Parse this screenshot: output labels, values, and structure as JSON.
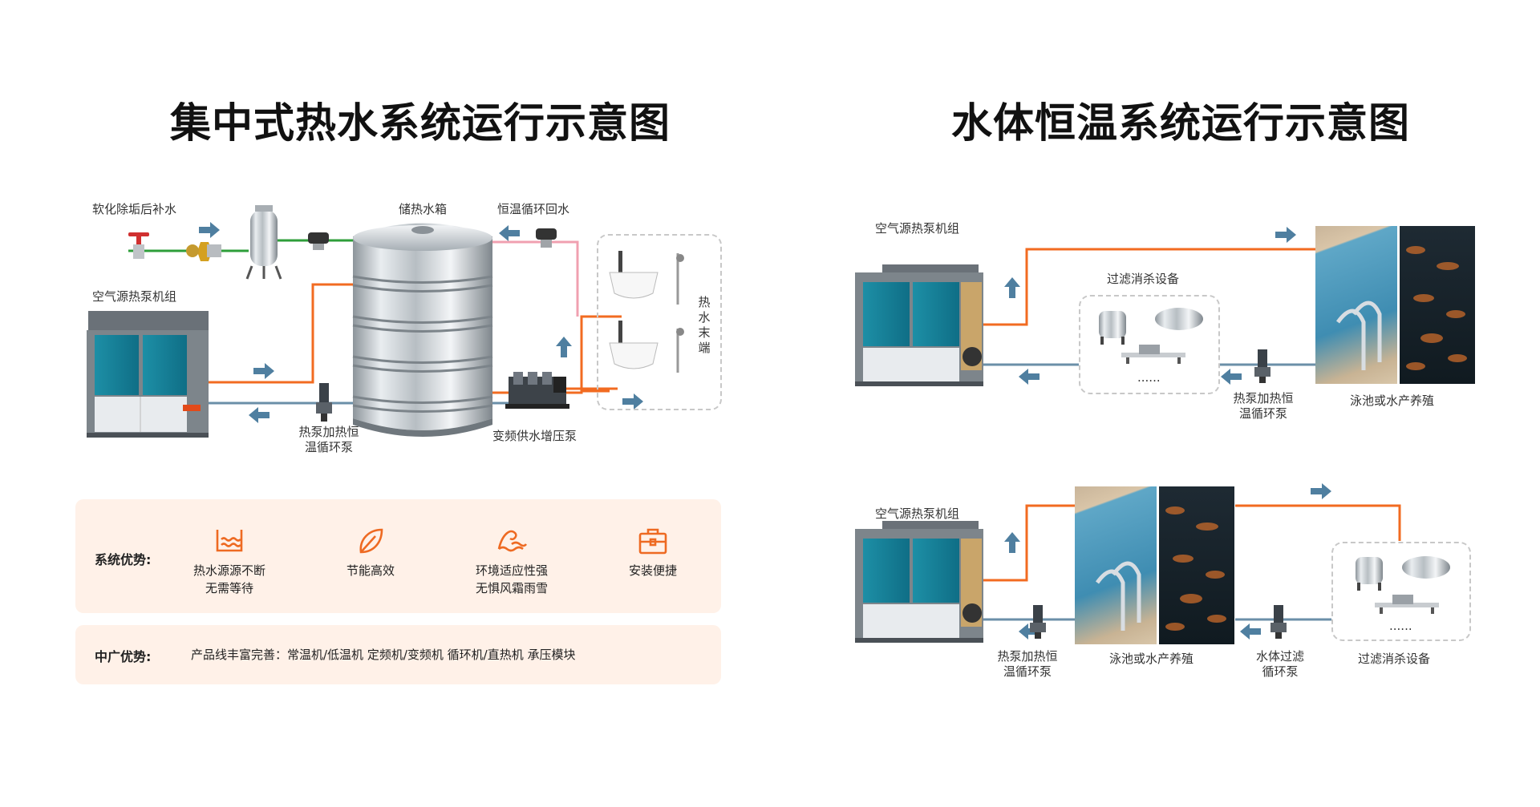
{
  "left": {
    "title": "集中式热水系统运行示意图",
    "labels": {
      "soft_water": "软化除垢后补水",
      "storage_tank": "储热水箱",
      "return_water": "恒温循环回水",
      "air_source_unit": "空气源热泵机组",
      "hot_water_terminal": "热水末端",
      "circ_pump_line1": "热泵加热恒",
      "circ_pump_line2": "温循环泵",
      "booster_pump": "变频供水增压泵"
    },
    "advantages": {
      "label": "系统优势:",
      "items": [
        {
          "icon": "water-bath-icon",
          "line1": "热水源源不断",
          "line2": "无需等待"
        },
        {
          "icon": "leaf-icon",
          "line1": "节能高效",
          "line2": ""
        },
        {
          "icon": "wind-wave-icon",
          "line1": "环境适应性强",
          "line2": "无惧风霜雨雪"
        },
        {
          "icon": "toolbox-icon",
          "line1": "安装便捷",
          "line2": ""
        }
      ]
    },
    "zhongguang": {
      "label": "中广优势:",
      "text": "产品线丰富完善：常温机/低温机  定频机/变频机  循环机/直热机  承压模块"
    }
  },
  "right": {
    "title": "水体恒温系统运行示意图",
    "top": {
      "air_source_unit": "空气源热泵机组",
      "filter_equipment": "过滤消杀设备",
      "dots": "......",
      "pump_line1": "热泵加热恒",
      "pump_line2": "温循环泵",
      "pool": "泳池或水产养殖"
    },
    "bottom": {
      "air_source_unit": "空气源热泵机组",
      "pump_line1": "热泵加热恒",
      "pump_line2": "温循环泵",
      "pool": "泳池或水产养殖",
      "filter_pump_line1": "水体过滤",
      "filter_pump_line2": "循环泵",
      "filter_equipment": "过滤消杀设备",
      "dots": "......"
    }
  },
  "colors": {
    "hot_pipe": "#f26b21",
    "cold_pipe": "#6b8fa8",
    "supply_pipe": "#2e9e3a",
    "return_pipe": "#f0a0b0",
    "arrow": "#4f7fa0",
    "panel_bg": "#fff1e8",
    "icon_orange": "#ee6a22"
  }
}
